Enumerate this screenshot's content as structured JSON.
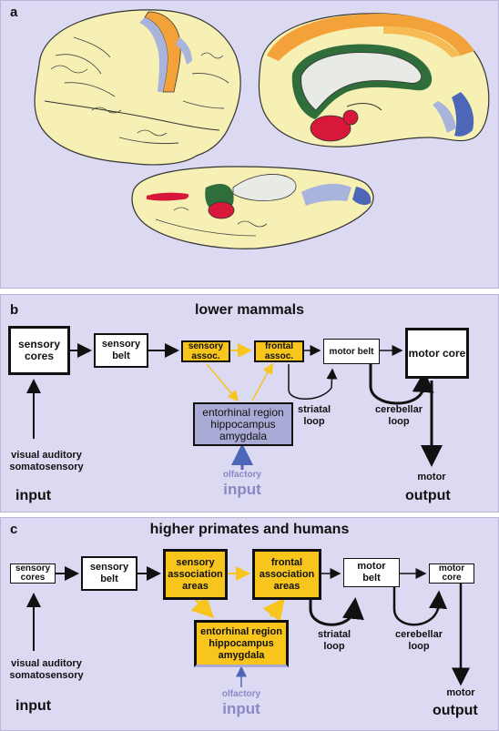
{
  "panel_a": {
    "label": "a"
  },
  "panel_b": {
    "label": "b",
    "title": "lower mammals",
    "boxes": {
      "sensory_cores": "sensory\ncores",
      "sensory_belt": "sensory\nbelt",
      "sensory_assoc": "sensory\nassoc.",
      "frontal_assoc": "frontal\nassoc.",
      "motor_belt": "motor belt",
      "motor_core": "motor core",
      "limbic": "entorhinal region\nhippocampus\namygdala"
    },
    "labels": {
      "striatal_loop": "striatal\nloop",
      "cerebellar_loop": "cerebellar\nloop",
      "sensory_inputs": "visual auditory\nsomatosensory",
      "input": "input",
      "olfactory": "olfactory",
      "olfactory_input": "input",
      "motor": "motor",
      "output": "output"
    }
  },
  "panel_c": {
    "label": "c",
    "title": "higher primates and humans",
    "boxes": {
      "sensory_cores": "sensory\ncores",
      "sensory_belt": "sensory\nbelt",
      "sensory_assoc": "sensory\nassociation\nareas",
      "frontal_assoc": "frontal\nassociation\nareas",
      "motor_belt": "motor\nbelt",
      "motor_core": "motor\ncore",
      "limbic": "entorhinal region\nhippocampus\namygdala"
    },
    "labels": {
      "striatal_loop": "striatal\nloop",
      "cerebellar_loop": "cerebellar\nloop",
      "sensory_inputs": "visual auditory\nsomatosensory",
      "input": "input",
      "olfactory": "olfactory",
      "olfactory_input": "input",
      "motor": "motor",
      "output": "output"
    }
  },
  "colors": {
    "panel_bg": "#dcdaf2",
    "brain": "#f6f0b4",
    "sensory_assoc_orange": "#f3a23a",
    "limbic_green": "#2f6e3a",
    "amygdala_red": "#d8183a",
    "visual_blue": "#4e66b8",
    "yellow_box": "#f7c51c",
    "limbic_box": "#a9abd6"
  }
}
